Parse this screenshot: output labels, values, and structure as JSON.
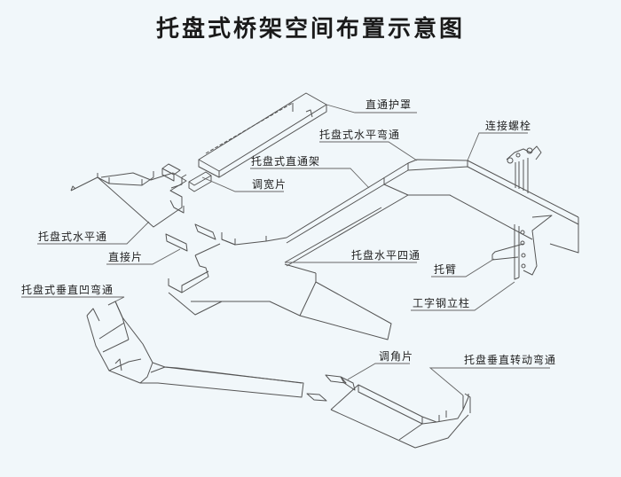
{
  "title": "托盘式桥架空间布置示意图",
  "labels": {
    "straight_cover": "直通护罩",
    "horizontal_bend": "托盘式水平弯通",
    "connecting_bolt": "连接螺栓",
    "straight_rack": "托盘式直通架",
    "width_adjuster": "调宽片",
    "horizontal_tee": "托盘式水平通",
    "horizontal_cross": "托盘水平四通",
    "support_arm": "托臂",
    "straight_joint": "直接片",
    "i_beam_column": "工字钢立柱",
    "vertical_concave_bend": "托盘式垂直凹弯通",
    "angle_adjuster": "调角片",
    "vertical_rotating_bend": "托盘垂直转动弯通"
  },
  "colors": {
    "background": "#f1f7fa",
    "line": "#555555",
    "text": "#222222"
  }
}
